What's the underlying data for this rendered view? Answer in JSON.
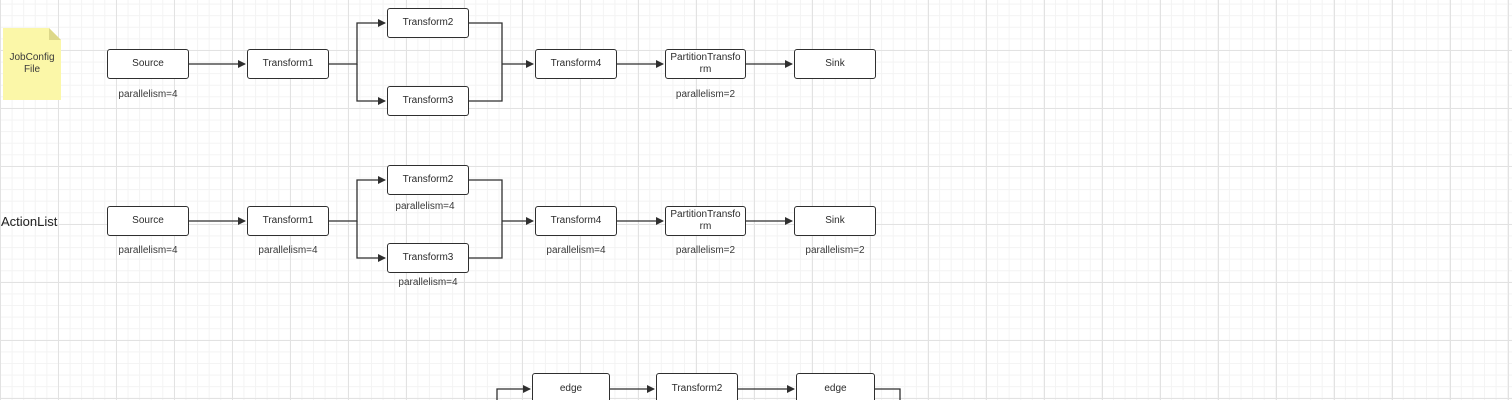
{
  "note": {
    "text": "JobConfigFile"
  },
  "row_titles": {
    "action_list": "ActionList"
  },
  "row1": {
    "source": "Source",
    "transform1": "Transform1",
    "transform2": "Transform2",
    "transform3": "Transform3",
    "transform4": "Transform4",
    "partition": "PartitionTransform",
    "sink": "Sink",
    "source_parallelism": "parallelism=4",
    "partition_parallelism": "parallelism=2"
  },
  "row2": {
    "source": "Source",
    "transform1": "Transform1",
    "transform2": "Transform2",
    "transform3": "Transform3",
    "transform4": "Transform4",
    "partition": "PartitionTransform",
    "sink": "Sink",
    "source_parallelism": "parallelism=4",
    "transform1_parallelism": "parallelism=4",
    "transform2_parallelism": "parallelism=4",
    "transform3_parallelism": "parallelism=4",
    "transform4_parallelism": "parallelism=4",
    "partition_parallelism": "parallelism=2",
    "sink_parallelism": "parallelism=2"
  },
  "row3": {
    "edge_left": "edge",
    "transform2": "Transform2",
    "edge_right": "edge"
  },
  "colors": {
    "stroke": "#2f2f2f",
    "note_fill": "#fbf7a8",
    "grid": "#e2e2e2"
  }
}
